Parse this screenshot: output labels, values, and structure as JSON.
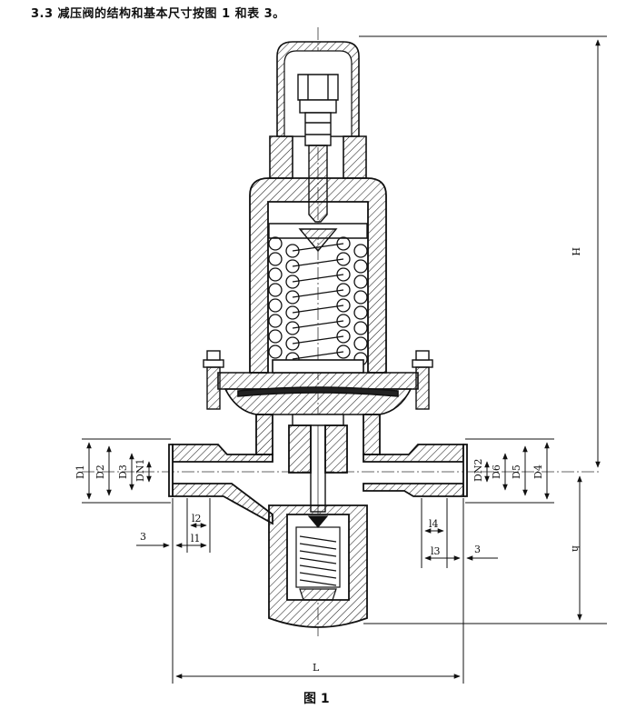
{
  "heading": "3.3  减压阀的结构和基本尺寸按图 1 和表 3。",
  "caption": "图 1",
  "dimension_labels": {
    "H": "H",
    "h": "h",
    "L": "L",
    "D1": "D1",
    "D2": "D2",
    "D3": "D3",
    "DN1": "DN1",
    "DN2": "DN2",
    "D6": "D6",
    "D5": "D5",
    "D4": "D4",
    "l1": "l1",
    "l2": "l2",
    "l3": "l3",
    "l4": "l4",
    "three_left": "3",
    "three_right": "3"
  }
}
